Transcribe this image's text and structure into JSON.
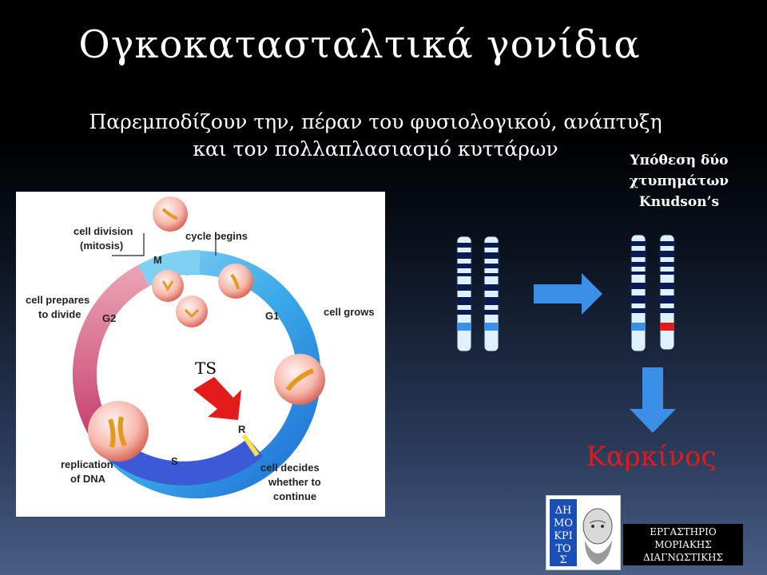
{
  "slide": {
    "title": "Ογκοκατασταλτικά γονίδια",
    "subtitle_line1": "Παρεμποδίζουν την, πέραν του φυσιολογικού, ανάπτυξη",
    "subtitle_line2": "και τον πολλαπλασιασμό κυττάρων",
    "hypothesis_line1": "Υπόθεση δύο",
    "hypothesis_line2": "χτυπημάτων",
    "hypothesis_line3": "Knudson’s",
    "cancer_label": "Καρκίνος",
    "lab_line1": "ΕΡΓΑΣΤΗΡΙΟ",
    "lab_line2": "ΜΟΡΙΑΚΗΣ",
    "lab_line3": "ΔΙΑΓΝΩΣΤΙΚΗΣ"
  },
  "cell_cycle": {
    "cell_division": "cell division",
    "mitosis": "(mitosis)",
    "cycle_begins": "cycle begins",
    "m": "M",
    "cell_prepares": "cell prepares",
    "to_divide": "to divide",
    "g2": "G2",
    "g1": "G1",
    "cell_grows": "cell grows",
    "ts": "TS",
    "r": "R",
    "s": "S",
    "replication_of": "replication",
    "of_dna": "of DNA",
    "cell_decides": "cell decides",
    "whether_to": "whether to",
    "continue": "continue"
  },
  "logo": {
    "letters": "ΔΗΜΟΚΡΙΤΟΣ"
  },
  "colors": {
    "cancer_red": "#e31a1a",
    "arrow_blue": "#3b8fe6",
    "ts_arrow_red": "#e41b1b"
  }
}
